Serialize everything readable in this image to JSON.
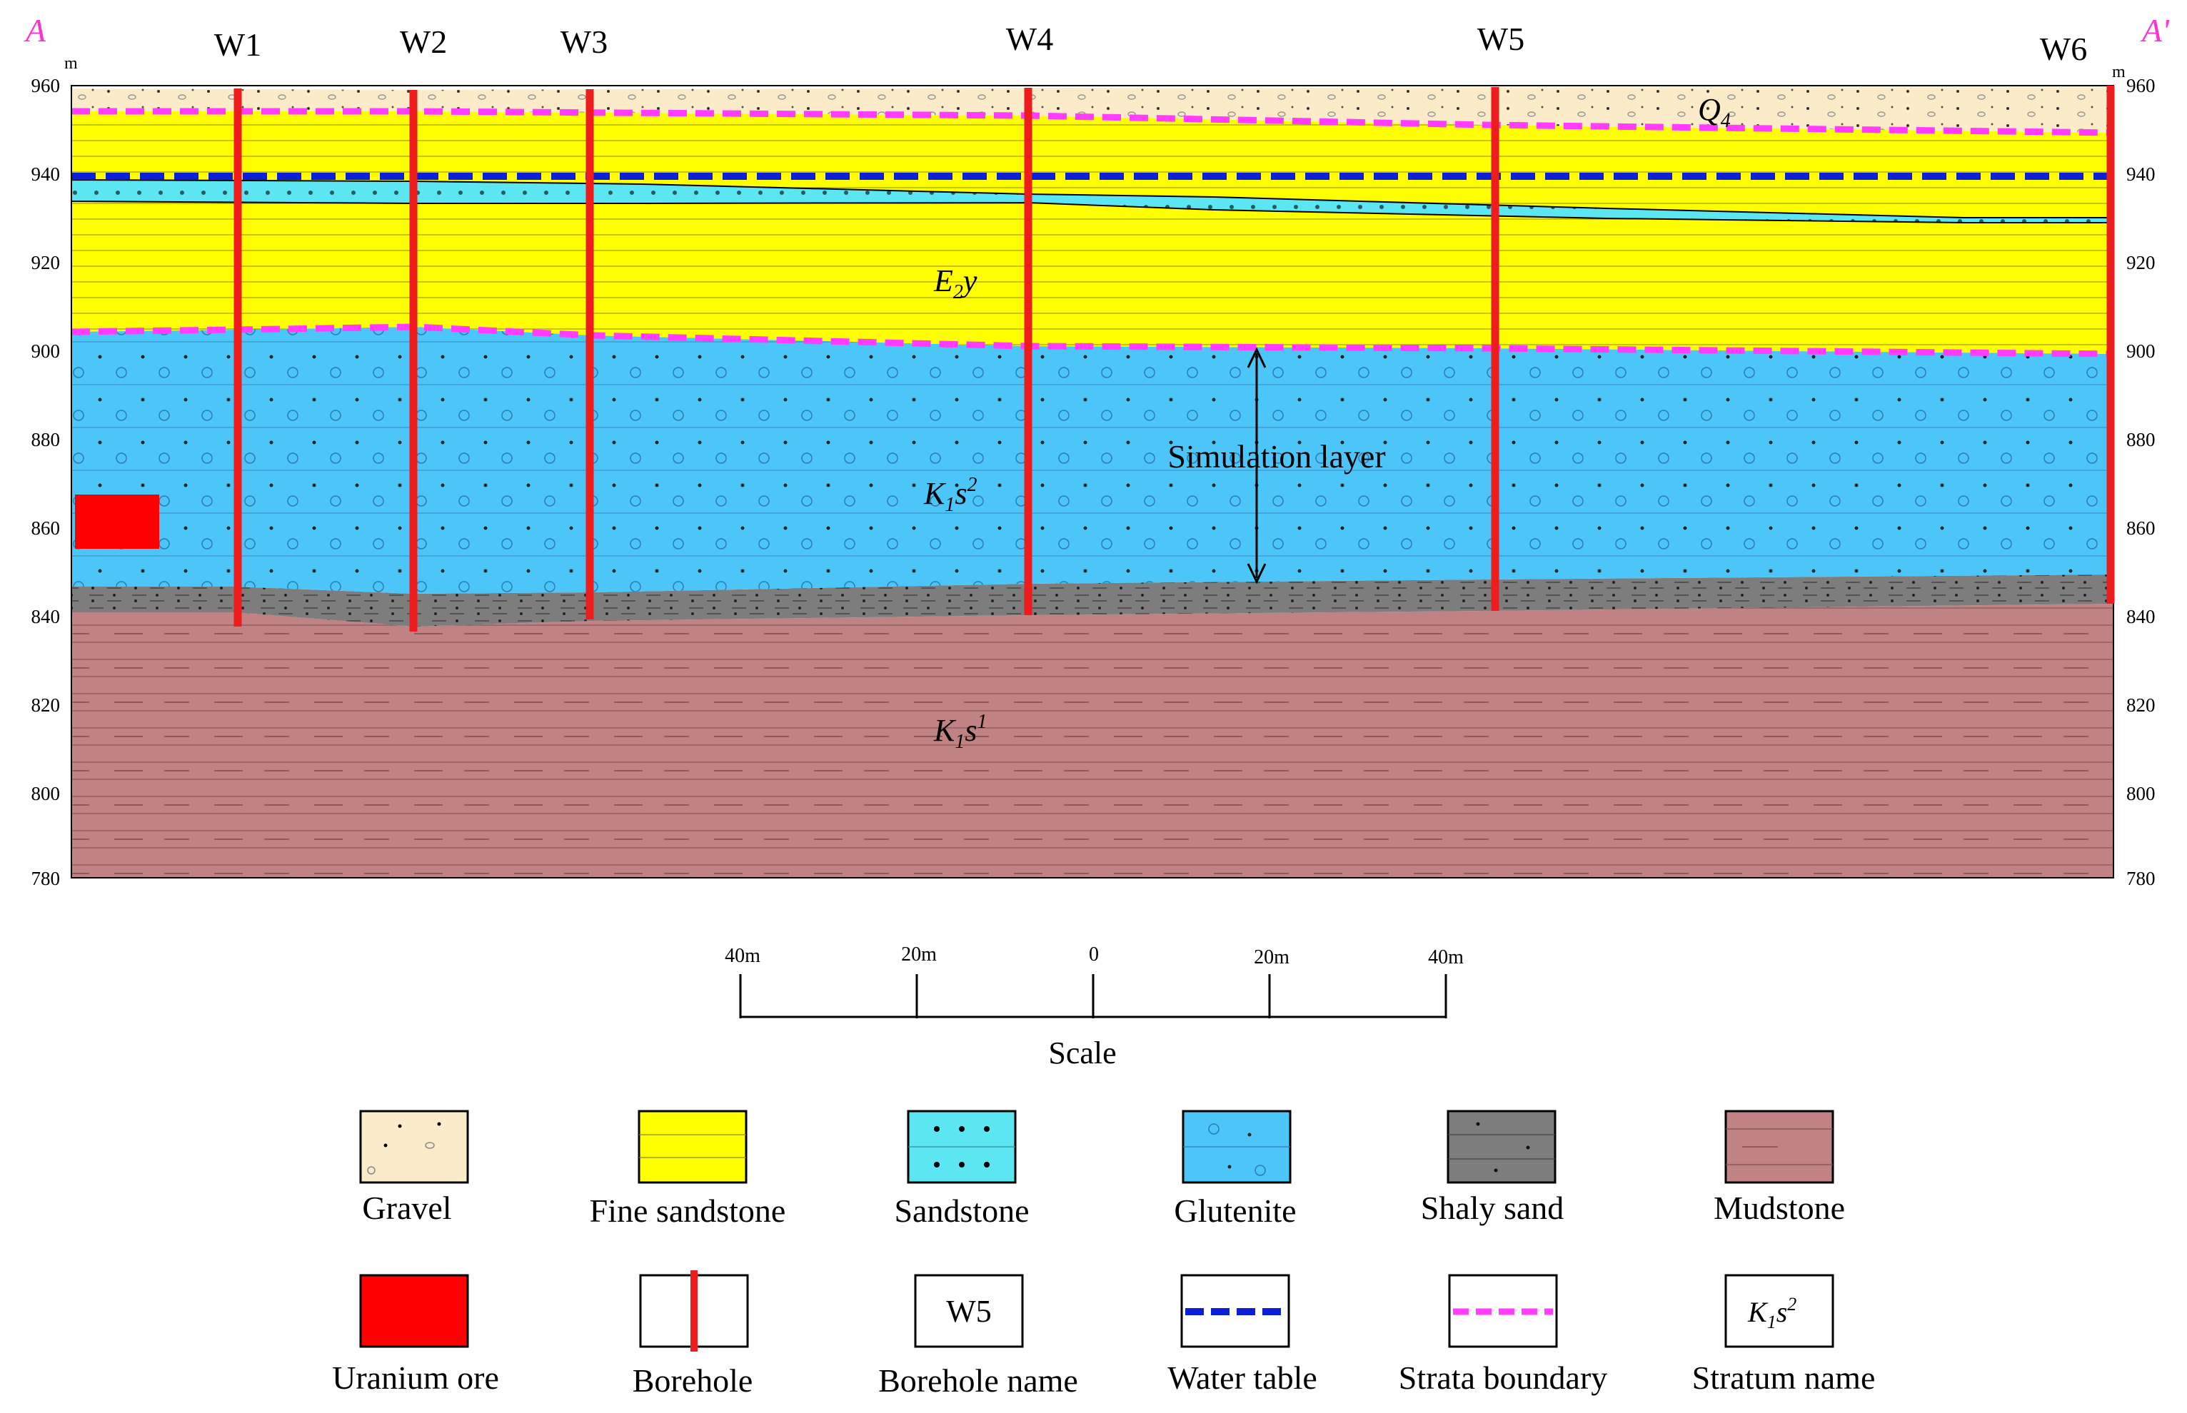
{
  "section": {
    "start_label": "A",
    "end_label": "A'",
    "unit": "m",
    "elev_ticks": [
      "960",
      "940",
      "920",
      "900",
      "880",
      "860",
      "840",
      "820",
      "800",
      "780"
    ]
  },
  "boreholes": [
    {
      "name": "W1"
    },
    {
      "name": "W2"
    },
    {
      "name": "W3"
    },
    {
      "name": "W4"
    },
    {
      "name": "W5"
    },
    {
      "name": "W6"
    }
  ],
  "strata": {
    "q4": {
      "base": "Q",
      "sub": "4",
      "sup": ""
    },
    "e2y": {
      "base": "E",
      "sub": "2",
      "tail": "y"
    },
    "k1s2": {
      "base": "K",
      "sub": "1",
      "mid": "s",
      "sup": "2"
    },
    "k1s1": {
      "base": "K",
      "sub": "1",
      "mid": "s",
      "sup": "1"
    }
  },
  "annotation": {
    "simulation_layer": "Simulation layer"
  },
  "scale": {
    "title": "Scale",
    "ticks": [
      "40m",
      "20m",
      "0",
      "20m",
      "40m"
    ]
  },
  "legend": {
    "gravel": "Gravel",
    "fine_sandstone": "Fine  sandstone",
    "sandstone": "Sandstone",
    "glutenite": "Glutenite",
    "shaly_sand": "Shaly  sand",
    "mudstone": "Mudstone",
    "uranium_ore": "Uranium  ore",
    "borehole": "Borehole",
    "borehole_name": "Borehole  name",
    "borehole_name_sample": "W5",
    "water_table": "Water  table",
    "strata_boundary": "Strata  boundary",
    "stratum_name": "Stratum  name"
  },
  "colors": {
    "gravel": "#fbebc9",
    "fine_sandstone": "#ffff00",
    "sandstone": "#5ce6f2",
    "glutenite": "#4cc6f9",
    "shaly_sand": "#7d7d7d",
    "mudstone": "#c08282",
    "uranium_ore": "#ff0000",
    "borehole": "#ee1c1c",
    "water_table": "#0a1fd6",
    "strata_boundary": "#ff3cff",
    "axis_label": "#ff33cc"
  }
}
